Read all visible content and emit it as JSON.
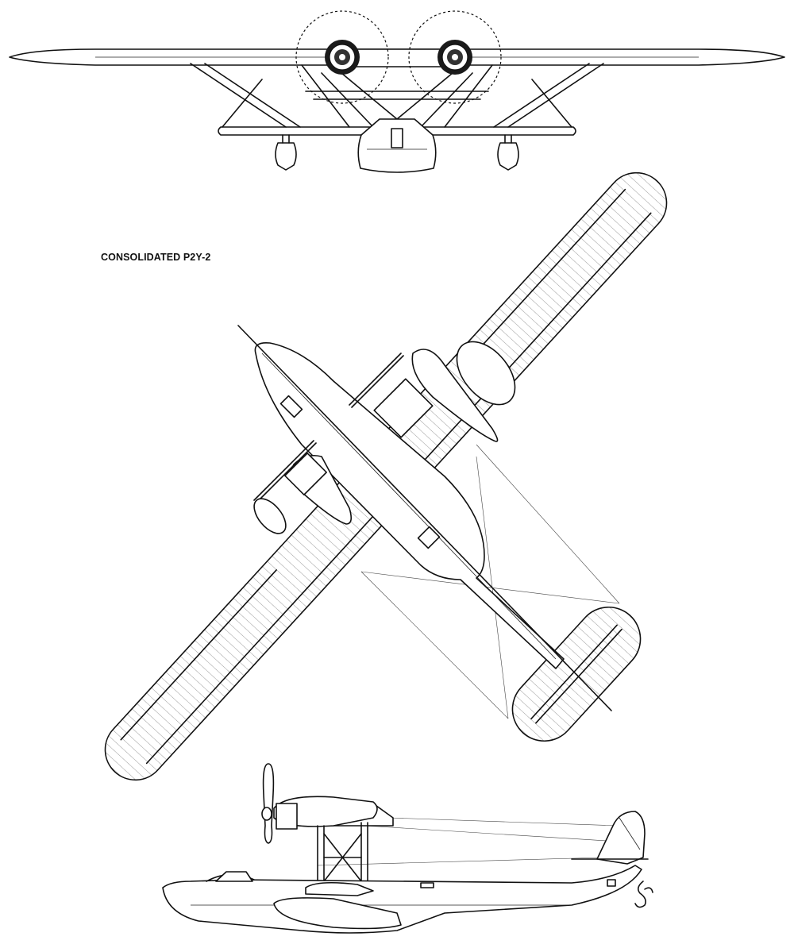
{
  "title": "CONSOLIDATED P2Y-2",
  "views": {
    "front": "front-view",
    "plan": "plan-view",
    "side": "side-view"
  },
  "colors": {
    "ink": "#111111",
    "paper": "#ffffff"
  },
  "signature": "artist-signature-glyph"
}
